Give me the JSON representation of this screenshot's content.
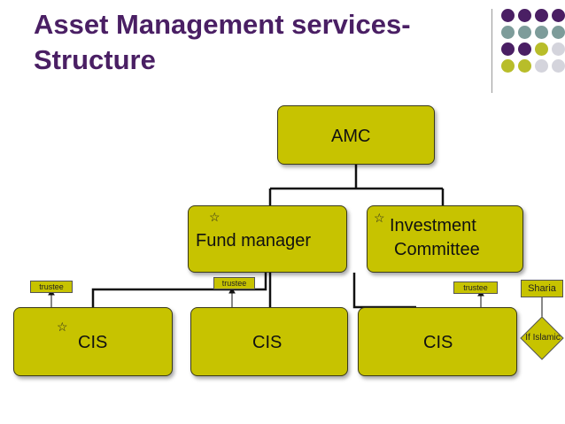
{
  "slide": {
    "title_line1": "Asset Management services-",
    "title_line2": "Structure"
  },
  "palette": {
    "purple": "#4a1f64",
    "teal": "#7d9c9a",
    "olive": "#b8bd2a",
    "grey": "#d4d4dc",
    "box_fill": "#c7c300"
  },
  "dots": [
    "purple",
    "purple",
    "purple",
    "purple",
    "teal",
    "teal",
    "teal",
    "teal",
    "purple",
    "purple",
    "olive",
    "grey",
    "olive",
    "olive",
    "grey",
    "grey"
  ],
  "nodes": {
    "amc": "AMC",
    "fund_manager": "Fund manager",
    "investment_line1": "Investment",
    "investment_line2": "Committee",
    "cis_left": "CIS",
    "cis_middle": "CIS",
    "cis_right": "CIS"
  },
  "tags": {
    "trustee_left": "trustee",
    "trustee_middle": "trustee",
    "trustee_right": "trustee",
    "sharia": "Sharia",
    "if_islamic": "If Islamic"
  },
  "star_glyph": "☆"
}
